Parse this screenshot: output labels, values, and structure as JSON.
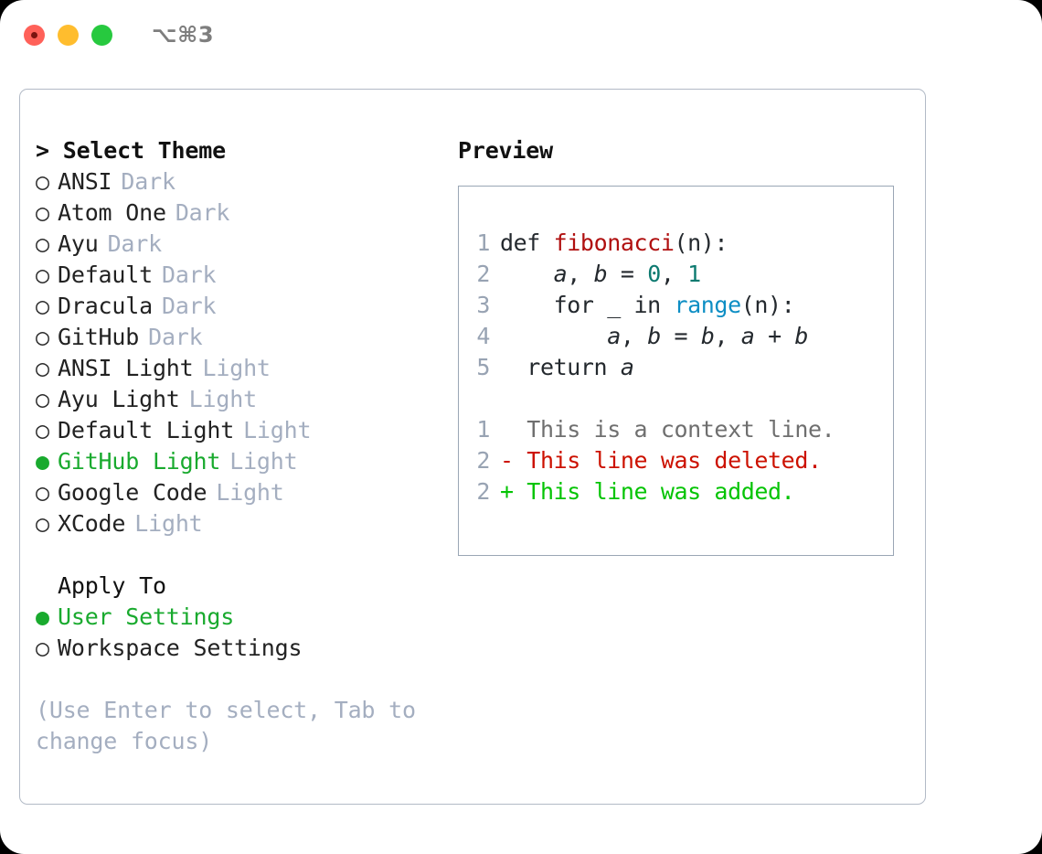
{
  "titlebar": {
    "shortcut": "⌥⌘3",
    "buttons": [
      {
        "name": "close",
        "color": "#ff6159"
      },
      {
        "name": "minimize",
        "color": "#ffbd2e"
      },
      {
        "name": "zoom",
        "color": "#27c93f"
      }
    ]
  },
  "colors": {
    "accent_green": "#19aa2e",
    "muted": "#a4aec0",
    "border": "#b2bac6",
    "preview_border": "#9aa6b5",
    "diff_added": "#05c405",
    "diff_deleted": "#cc1100",
    "syntax_function": "#b01010",
    "syntax_number": "#0d7a70",
    "syntax_builtin": "#0d8ec4"
  },
  "theme_panel": {
    "caret": ">",
    "heading": "Select Theme",
    "bullet_empty": "○",
    "bullet_filled": "●",
    "items": [
      {
        "label": "ANSI",
        "tag": "Dark",
        "selected": false
      },
      {
        "label": "Atom One",
        "tag": "Dark",
        "selected": false
      },
      {
        "label": "Ayu",
        "tag": "Dark",
        "selected": false
      },
      {
        "label": "Default",
        "tag": "Dark",
        "selected": false
      },
      {
        "label": "Dracula",
        "tag": "Dark",
        "selected": false
      },
      {
        "label": "GitHub",
        "tag": "Dark",
        "selected": false
      },
      {
        "label": "ANSI Light",
        "tag": "Light",
        "selected": false
      },
      {
        "label": "Ayu Light",
        "tag": "Light",
        "selected": false
      },
      {
        "label": "Default Light",
        "tag": "Light",
        "selected": false
      },
      {
        "label": "GitHub Light",
        "tag": "Light",
        "selected": true
      },
      {
        "label": "Google Code",
        "tag": "Light",
        "selected": false
      },
      {
        "label": "XCode",
        "tag": "Light",
        "selected": false
      }
    ]
  },
  "apply_to": {
    "heading": "Apply To",
    "items": [
      {
        "label": "User Settings",
        "selected": true
      },
      {
        "label": "Workspace Settings",
        "selected": false
      }
    ]
  },
  "hint": "(Use Enter to select, Tab to change focus)",
  "preview": {
    "title": "Preview",
    "code_lines": [
      {
        "num": "1",
        "tokens": [
          {
            "text": "def ",
            "kind": "plain"
          },
          {
            "text": "fibonacci",
            "kind": "fn"
          },
          {
            "text": "(n):",
            "kind": "plain"
          }
        ]
      },
      {
        "num": "2",
        "tokens": [
          {
            "text": "    ",
            "kind": "plain"
          },
          {
            "text": "a",
            "kind": "var"
          },
          {
            "text": ", ",
            "kind": "plain"
          },
          {
            "text": "b",
            "kind": "var"
          },
          {
            "text": " = ",
            "kind": "plain"
          },
          {
            "text": "0",
            "kind": "num"
          },
          {
            "text": ", ",
            "kind": "plain"
          },
          {
            "text": "1",
            "kind": "num"
          }
        ]
      },
      {
        "num": "3",
        "tokens": [
          {
            "text": "    for _ in ",
            "kind": "plain"
          },
          {
            "text": "range",
            "kind": "builtin"
          },
          {
            "text": "(n):",
            "kind": "plain"
          }
        ]
      },
      {
        "num": "4",
        "tokens": [
          {
            "text": "        ",
            "kind": "plain"
          },
          {
            "text": "a",
            "kind": "var"
          },
          {
            "text": ", ",
            "kind": "plain"
          },
          {
            "text": "b",
            "kind": "var"
          },
          {
            "text": " = ",
            "kind": "plain"
          },
          {
            "text": "b",
            "kind": "var"
          },
          {
            "text": ", ",
            "kind": "plain"
          },
          {
            "text": "a",
            "kind": "var"
          },
          {
            "text": " + ",
            "kind": "plain"
          },
          {
            "text": "b",
            "kind": "var"
          }
        ]
      },
      {
        "num": "5",
        "tokens": [
          {
            "text": "  return ",
            "kind": "plain"
          },
          {
            "text": "a",
            "kind": "var"
          }
        ]
      }
    ],
    "diff_lines": [
      {
        "num": "1",
        "marker": " ",
        "text": " This is a context line.",
        "kind": "ctx"
      },
      {
        "num": "2",
        "marker": "-",
        "text": " This line was deleted.",
        "kind": "del"
      },
      {
        "num": "2",
        "marker": "+",
        "text": " This line was added.",
        "kind": "add"
      }
    ]
  }
}
